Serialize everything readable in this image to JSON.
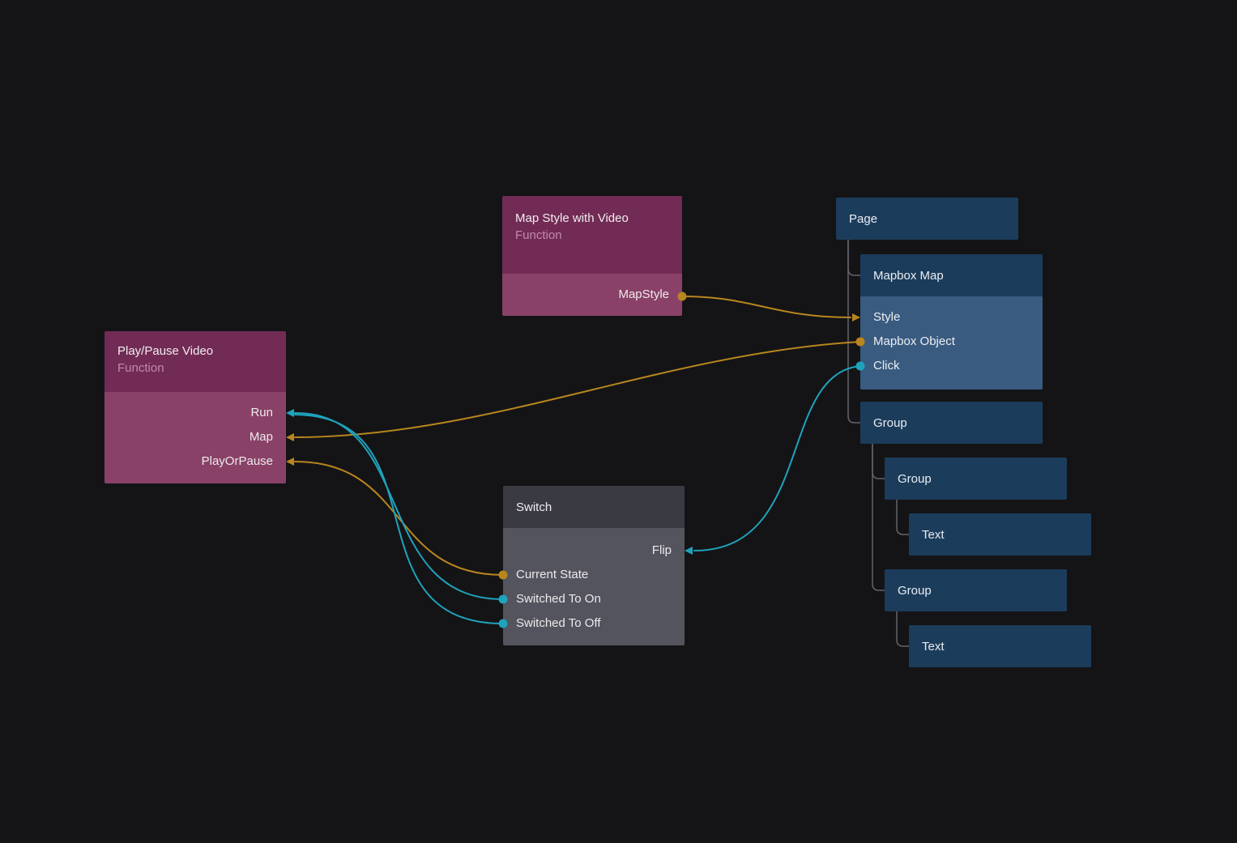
{
  "app": "visual-node-graph-editor",
  "colors": {
    "background": "#141416",
    "wire_orange": "#B8861E",
    "wire_teal": "#1FA3BC",
    "function_node_header": "#722B54",
    "function_node_body": "#8A4168",
    "logic_node_header": "#3A3A43",
    "logic_node_body": "#54545E",
    "visual_node": "#1C3C5B",
    "visual_node_body": "#3A5B80",
    "tree_line": "#63636B"
  },
  "nodes": {
    "map_style_with_video": {
      "title": "Map Style with Video",
      "subtitle": "Function",
      "ports": {
        "mapstyle": "MapStyle"
      }
    },
    "play_pause_video": {
      "title": "Play/Pause Video",
      "subtitle": "Function",
      "ports": {
        "run": "Run",
        "map": "Map",
        "play_or_pause": "PlayOrPause"
      }
    },
    "switch": {
      "title": "Switch",
      "ports": {
        "flip": "Flip",
        "current_state": "Current State",
        "switched_to_on": "Switched To On",
        "switched_to_off": "Switched To Off"
      }
    },
    "page": {
      "title": "Page"
    },
    "mapbox_map": {
      "title": "Mapbox Map",
      "ports": {
        "style": "Style",
        "mapbox_object": "Mapbox Object",
        "click": "Click"
      }
    },
    "group_root": {
      "title": "Group"
    },
    "group_child_1": {
      "title": "Group"
    },
    "text_child_1": {
      "title": "Text"
    },
    "group_child_2": {
      "title": "Group"
    },
    "text_child_2": {
      "title": "Text"
    }
  }
}
